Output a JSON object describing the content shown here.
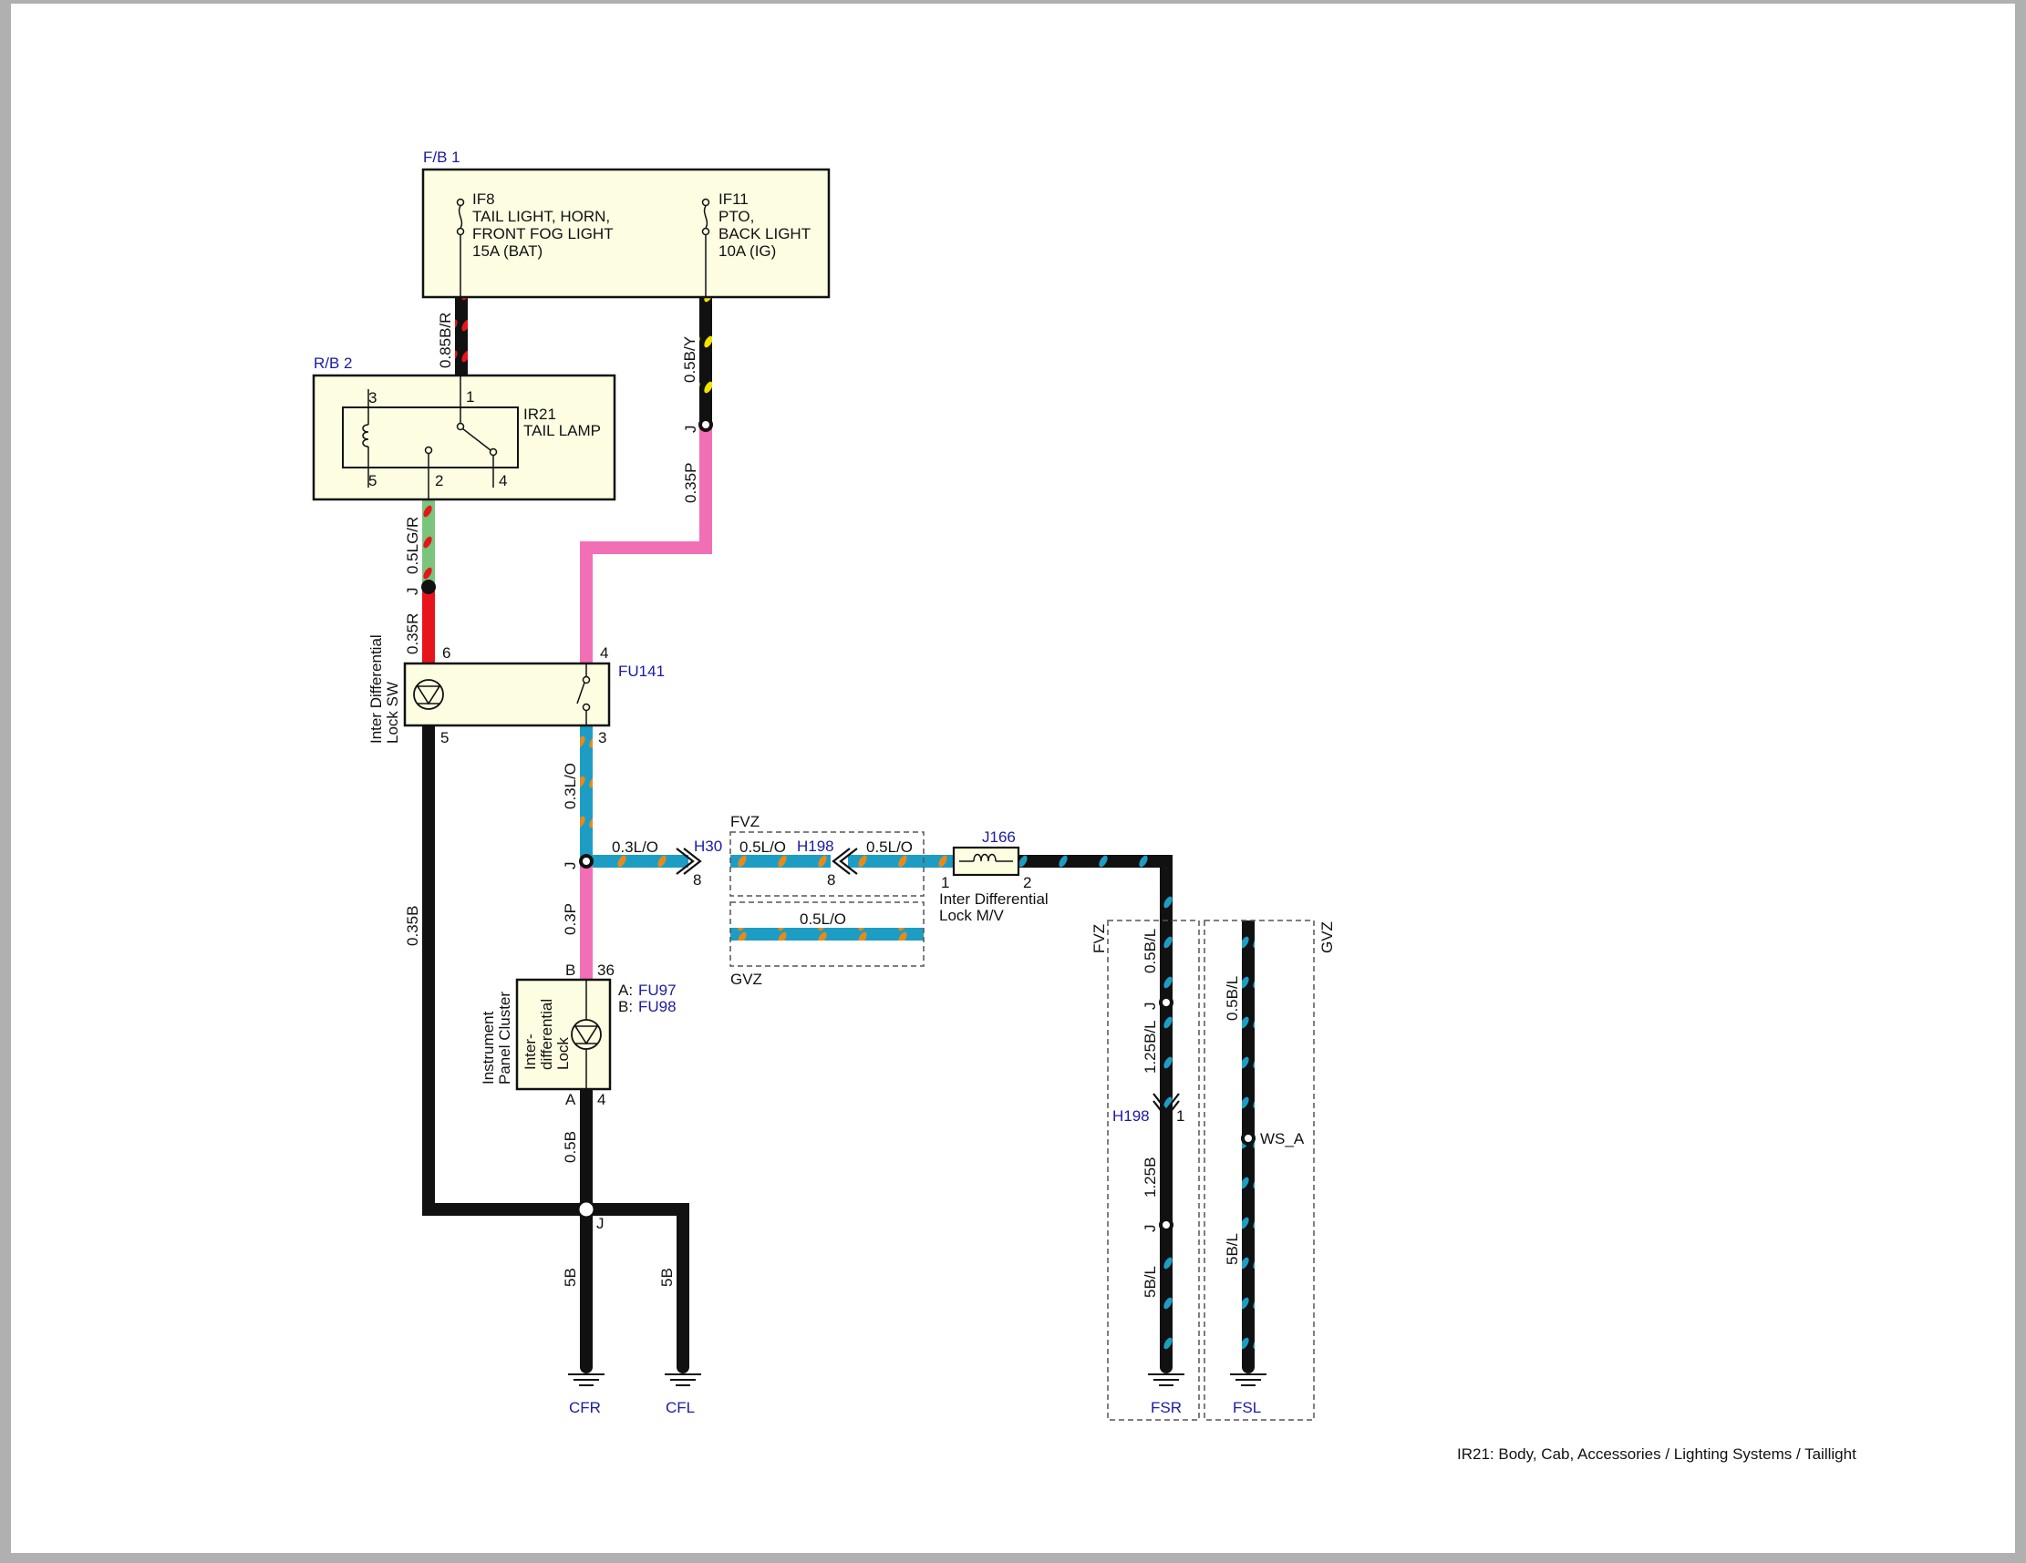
{
  "title_ref": "IR21: Body, Cab, Accessories / Lighting Systems / Taillight",
  "colors": {
    "black": "#111111",
    "red": "#e8141c",
    "yellow": "#f2e300",
    "pink": "#f26fb6",
    "green": "#79c57d",
    "blue": "#1e9dc4",
    "orange": "#e88a1a",
    "box_fill": "#fdfde2",
    "ref_blue": "#1a1aa6"
  },
  "fuse_box": {
    "label": "F/B 1",
    "fuse1_id": "IF8",
    "fuse1_line1": "TAIL LIGHT, HORN,",
    "fuse1_line2": "FRONT FOG LIGHT",
    "fuse1_line3": "15A (BAT)",
    "fuse2_id": "IF11",
    "fuse2_line1": "PTO,",
    "fuse2_line2": "BACK LIGHT",
    "fuse2_line3": "10A (IG)"
  },
  "relay_box": {
    "label": "R/B 2",
    "relay_id": "IR21",
    "relay_name": "TAIL LAMP",
    "pin3": "3",
    "pin1": "1",
    "pin5": "5",
    "pin2": "2",
    "pin4": "4"
  },
  "switch": {
    "name_line1": "Inter Differential",
    "name_line2": "Lock SW",
    "ref": "FU141",
    "pin6": "6",
    "pin4": "4",
    "pin5": "5",
    "pin3": "3"
  },
  "cluster": {
    "name_line1": "Instrument",
    "name_line2": "Panel Cluster",
    "lamp_line1": "Inter-",
    "lamp_line2": "differential",
    "lamp_line3": "Lock",
    "refA_prefix": "A:",
    "refA": "FU97",
    "refB_prefix": "B:",
    "refB": "FU98",
    "pinB": "B",
    "pin36": "36",
    "pinA": "A",
    "pin4": "4"
  },
  "valve": {
    "ref": "J166",
    "name_line1": "Inter Differential",
    "name_line2": "Lock M/V",
    "pin1": "1",
    "pin2": "2"
  },
  "connectors": {
    "h30": "H30",
    "h30_pin": "8",
    "h198": "H198",
    "h198_pin": "8",
    "h198_low": "H198",
    "h198_low_pin": "1"
  },
  "zones": {
    "fvz_top": "FVZ",
    "gvz_bottom": "GVZ",
    "fvz_side": "FVZ",
    "gvz_side": "GVZ"
  },
  "wires": {
    "w085br": "0.85B/R",
    "w05by": "0.5B/Y",
    "w035p": "0.35P",
    "w05lgr": "0.5LG/R",
    "w035r": "0.35R",
    "w03lo_v": "0.3L/O",
    "w03lo_h": "0.3L/O",
    "w05lo_a": "0.5L/O",
    "w05lo_b": "0.5L/O",
    "w05lo_c": "0.5L/O",
    "w03p": "0.3P",
    "w035b": "0.35B",
    "w05b": "0.5B",
    "w5b_1": "5B",
    "w5b_2": "5B",
    "w05bl_1": "0.5B/L",
    "w125bl": "1.25B/L",
    "w125b": "1.25B",
    "w5bl_1": "5B/L",
    "w05bl_2": "0.5B/L",
    "w5bl_2": "5B/L"
  },
  "junctions": {
    "j1": "J",
    "j2": "J",
    "j3": "J",
    "j4": "J",
    "j5": "J",
    "j6": "J",
    "ws": "WS_A"
  },
  "grounds": {
    "cfr": "CFR",
    "cfl": "CFL",
    "fsr": "FSR",
    "fsl": "FSL"
  }
}
